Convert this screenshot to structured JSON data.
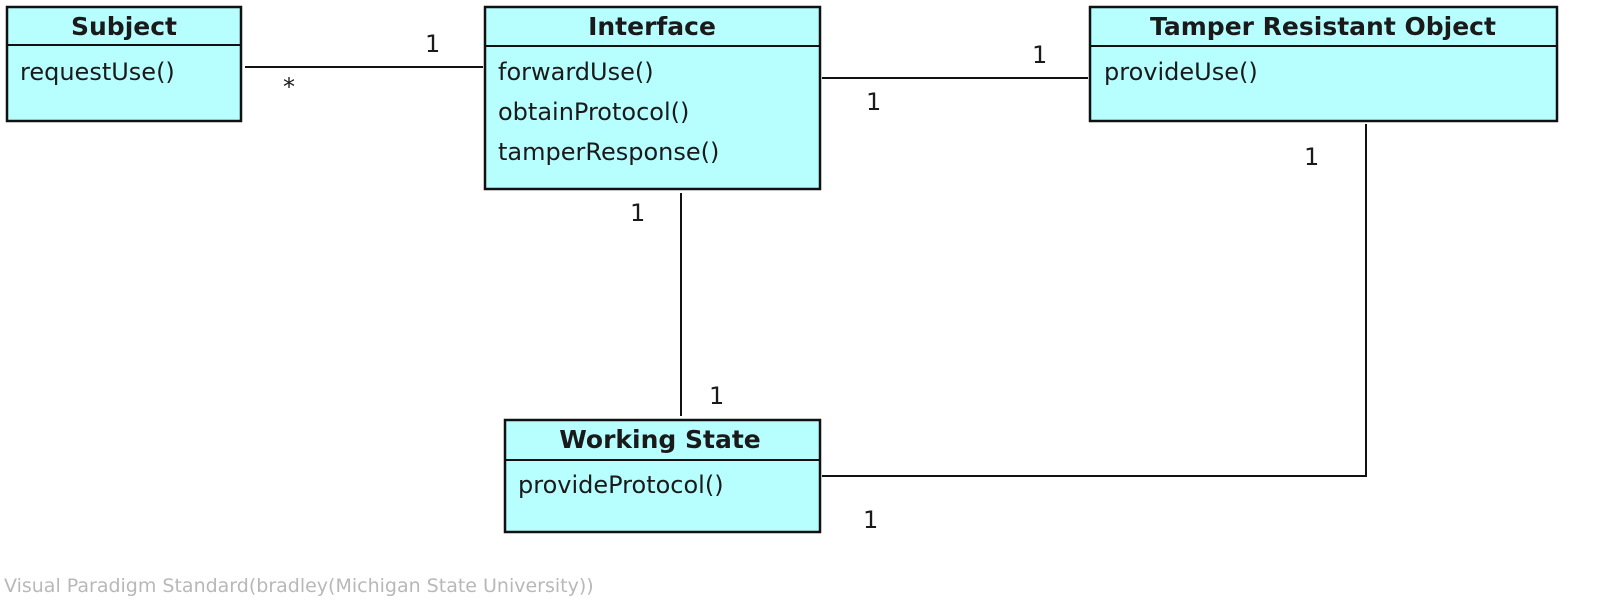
{
  "watermark": "Visual Paradigm Standard(bradley(Michigan State University))",
  "classes": {
    "subject": {
      "name": "Subject",
      "operations": [
        "requestUse()"
      ]
    },
    "interface": {
      "name": "Interface",
      "operations": [
        "forwardUse()",
        "obtainProtocol()",
        "tamperResponse()"
      ]
    },
    "tamper": {
      "name": "Tamper Resistant Object",
      "operations": [
        "provideUse()"
      ]
    },
    "working": {
      "name": "Working State",
      "operations": [
        "provideProtocol()"
      ]
    }
  },
  "associations": {
    "subject_interface": {
      "subject_end": "*",
      "interface_end": "1"
    },
    "interface_tamper": {
      "interface_end": "1",
      "tamper_end": "1"
    },
    "interface_working": {
      "interface_end": "1",
      "working_end": "1"
    },
    "tamper_working": {
      "tamper_end": "1",
      "working_end": "1"
    }
  },
  "colors": {
    "class_fill": "#b7feff",
    "line": "#111111"
  }
}
